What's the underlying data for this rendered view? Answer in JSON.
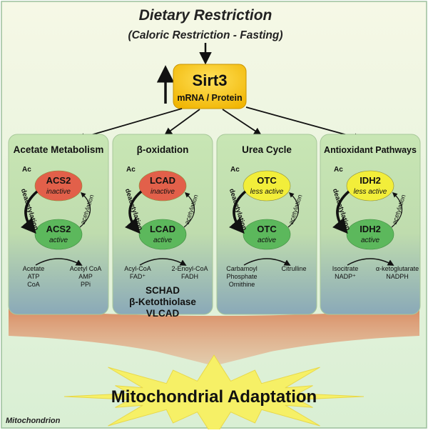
{
  "header": {
    "title": "Dietary Restriction",
    "subtitle": "(Caloric Restriction  -  Fasting)"
  },
  "sirt3": {
    "name": "Sirt3",
    "subtitle": "mRNA / Protein"
  },
  "footer": {
    "outcome": "Mitochondrial Adaptation",
    "compartment": "Mitochondrion"
  },
  "colors": {
    "background_top": "#f6f8e6",
    "background_bottom": "#d9efd4",
    "panel_top": "#c8e6b4",
    "panel_bottom": "#8aa9b8",
    "sirt3_box": "#f4c20d",
    "inactive_enzyme": "#e2604a",
    "less_active_enzyme": "#f2ee3a",
    "active_enzyme": "#5cb85c",
    "funnel": "#d9946c",
    "starburst": "#f6f066"
  },
  "panels": [
    {
      "title": "Acetate Metabolism",
      "ac_label": "Ac",
      "top_enzyme": "ACS2",
      "top_state": "inactive",
      "top_color": "inactive",
      "bottom_enzyme": "ACS2",
      "bottom_state": "active",
      "deacetylation_label": "deacetylation",
      "acetylation_label": "acetylation",
      "substrates": [
        "Acetate",
        "ATP",
        "CoA"
      ],
      "products": [
        "Acetyl CoA",
        "AMP",
        "PPi"
      ],
      "extra": []
    },
    {
      "title": "β-oxidation",
      "ac_label": "Ac",
      "top_enzyme": "LCAD",
      "top_state": "inactive",
      "top_color": "inactive",
      "bottom_enzyme": "LCAD",
      "bottom_state": "active",
      "deacetylation_label": "deacetylation",
      "acetylation_label": "acetylation",
      "substrates": [
        "Acyl-CoA",
        "FAD⁺"
      ],
      "products": [
        "2-Enoyl-CoA",
        "FADH"
      ],
      "extra": [
        "SCHAD",
        "β-Ketothiolase",
        "VLCAD"
      ]
    },
    {
      "title": "Urea Cycle",
      "ac_label": "Ac",
      "top_enzyme": "OTC",
      "top_state": "less active",
      "top_color": "less",
      "bottom_enzyme": "OTC",
      "bottom_state": "active",
      "deacetylation_label": "deacetylation",
      "acetylation_label": "acetylation",
      "substrates": [
        "Carbamoyl",
        "Phosphate",
        "Ornithine"
      ],
      "products": [
        "Citrulline"
      ],
      "extra": []
    },
    {
      "title": "Antioxidant Pathways",
      "ac_label": "Ac",
      "top_enzyme": "IDH2",
      "top_state": "less active",
      "top_color": "less",
      "bottom_enzyme": "IDH2",
      "bottom_state": "active",
      "deacetylation_label": "deacetylation",
      "acetylation_label": "acetylation",
      "substrates": [
        "Isocitrate",
        "NADP⁺"
      ],
      "products": [
        "α-ketoglutarate",
        "NADPH"
      ],
      "extra": []
    }
  ]
}
